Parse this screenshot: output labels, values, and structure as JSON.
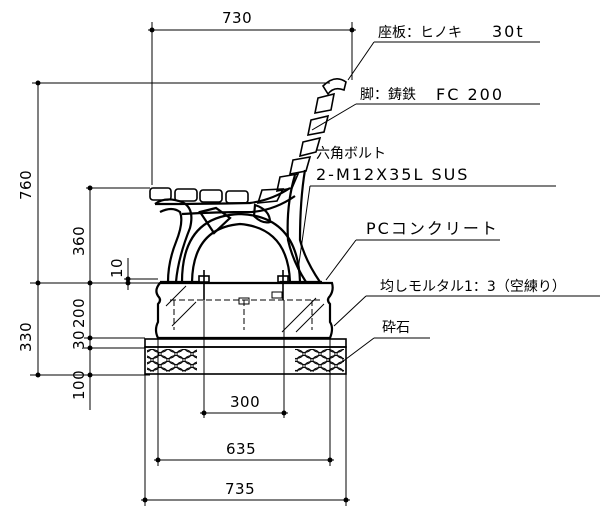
{
  "dimensions": {
    "top_width": "730",
    "total_height": "760",
    "seat_height": "360",
    "seat_offset": "10",
    "foundation_height": "330",
    "concrete_height": "200",
    "mortar_height": "30",
    "gravel_height": "100",
    "inner_width": "300",
    "mid_width": "635",
    "bottom_width": "735"
  },
  "labels": {
    "seat_board_material": "座板：ヒノキ",
    "seat_board_thickness": "30t",
    "leg_material": "脚：鋳鉄",
    "leg_spec": "FC 200",
    "bolt_type": "六角ボルト",
    "bolt_spec": "2-M12X35L SUS",
    "concrete": "PCコンクリート",
    "mortar": "均しモルタル1：3（空練り）",
    "gravel": "砕石"
  }
}
